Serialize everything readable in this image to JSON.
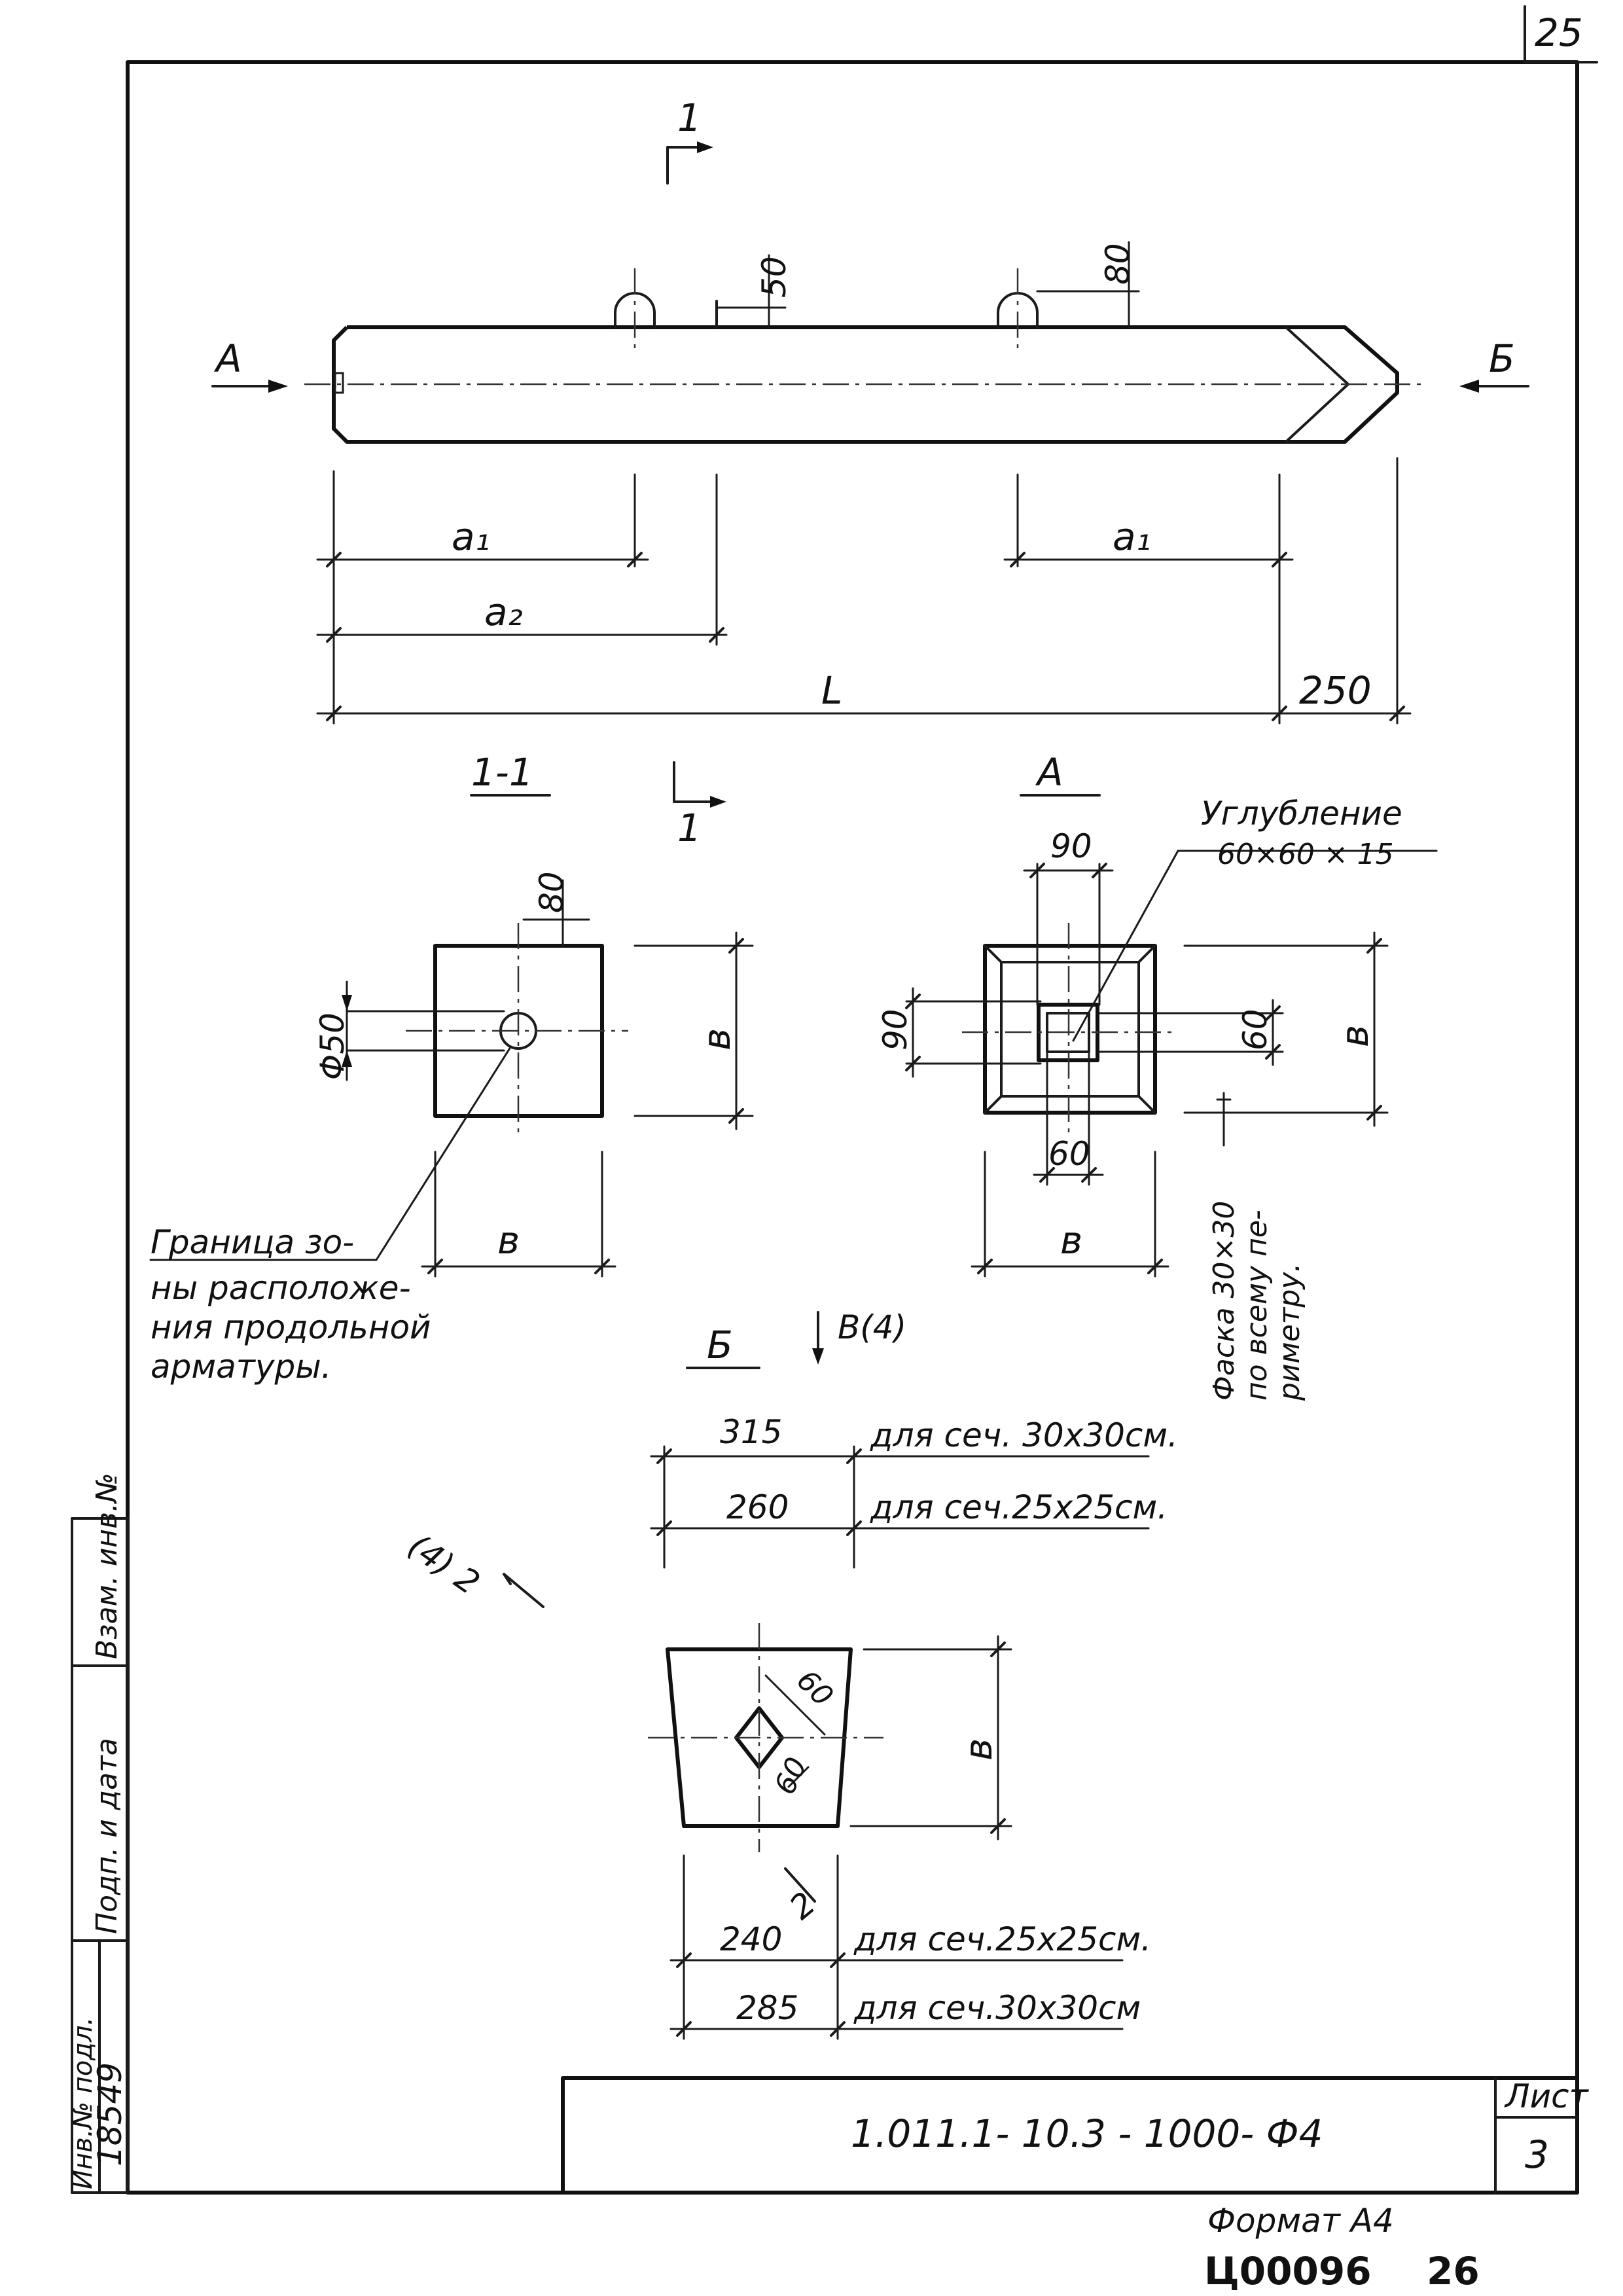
{
  "sheet": {
    "corner_number": "25",
    "document_code": "1.011.1- 10.3 - 1000- Ф4",
    "sheet_label": "Лист",
    "sheet_number": "3",
    "format_label": "Формат А4",
    "archive_code": "Ц00096",
    "page_number": "26"
  },
  "side_stamp": {
    "cells": [
      "Взам. инв.№",
      "Подп. и дата",
      "Инв.№ подл.",
      "18549"
    ]
  },
  "elevation": {
    "section_mark": "1",
    "view_a": "А",
    "view_b": "Б",
    "dim_50": "50",
    "dim_80": "80",
    "dim_a1_left": "a₁",
    "dim_a1_right": "a₁",
    "dim_a2": "a₂",
    "dim_L": "L",
    "dim_250": "250"
  },
  "section_1_1": {
    "title": "1-1",
    "cut_mark": "1",
    "dim_80": "80",
    "dim_phi50": "Φ50",
    "dim_b_vertical": "в",
    "dim_b_horizontal": "в",
    "note_lines": [
      "Граница зо-",
      "ны расположе-",
      "ния продольной",
      "арматуры."
    ]
  },
  "view_a": {
    "title": "А",
    "recess_label": "Углубление",
    "recess_size": "60×60 × 15",
    "dim_90_top": "90",
    "dim_90_left": "90",
    "dim_60_right": "60",
    "dim_60_bottom": "60",
    "dim_b_vertical": "в",
    "dim_b_horizontal": "в",
    "chamfer_note": [
      "Фаска 30×30",
      "по всему пе-",
      "риметру."
    ]
  },
  "view_b": {
    "title": "Б",
    "view_mark": "В(4)",
    "dim_315": "315",
    "note_315": "для сеч. 30х30см.",
    "dim_260": "260",
    "note_260": "для сеч.25х25см.",
    "section_mark_top": "(4) 2",
    "dim_60_a": "60",
    "dim_60_b": "60",
    "dim_b_vertical": "в",
    "section_mark_bottom": "2",
    "dim_240": "240",
    "note_240": "для сеч.25х25см.",
    "dim_285": "285",
    "note_285": "для сеч.30х30см"
  }
}
